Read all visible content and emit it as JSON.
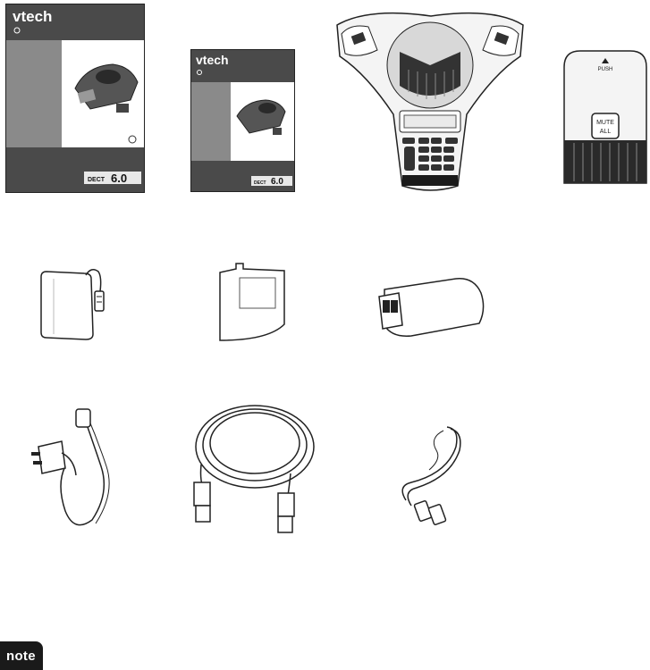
{
  "brand": "vtech",
  "dect_label": "DECT",
  "dect_version": "6.0",
  "push_label": "PUSH",
  "mute_line1": "MUTE",
  "mute_line2": "ALL",
  "note_label": "note",
  "colors": {
    "cover_dark": "#4a4a4a",
    "cover_mid": "#8a8a8a",
    "line": "#222222"
  }
}
